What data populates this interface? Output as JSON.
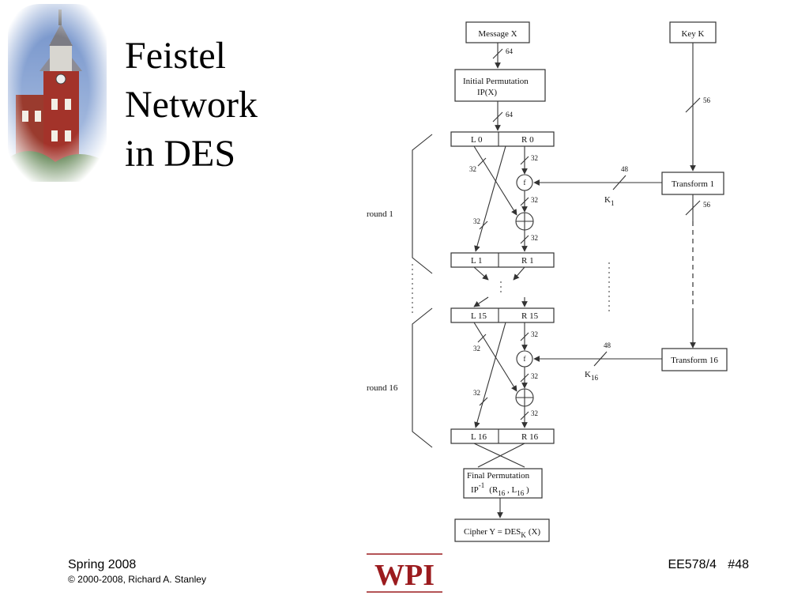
{
  "slide": {
    "title_lines": [
      "Feistel",
      "Network",
      "in DES"
    ]
  },
  "diagram": {
    "message_box": "Message  X",
    "key_box": "Key  K",
    "initial_permutation": [
      "Initial Permutation",
      "IP(X)"
    ],
    "l0": "L 0",
    "r0": "R 0",
    "l1": "L 1",
    "r1": "R 1",
    "l15": "L 15",
    "r15": "R 15",
    "l16": "L 16",
    "r16": "R 16",
    "f_label": "f",
    "transform1": "Transform  1",
    "transform16": "Transform  16",
    "k1": "K",
    "k1_sub": "1",
    "k16": "K",
    "k16_sub": "16",
    "final_permutation_title": "Final Permutation",
    "final_permutation_ip": "IP",
    "final_permutation_sup": "-1",
    "final_permutation_args": [
      "(R",
      "16",
      " , L",
      "16",
      " )"
    ],
    "cipher_box": "Cipher  Y = DES",
    "cipher_sub": "K",
    "cipher_arg": "(X)",
    "round1_label": "round 1",
    "round16_label": "round 16",
    "bits": {
      "b64": "64",
      "b56": "56",
      "b48": "48",
      "b32": "32"
    }
  },
  "footer": {
    "term": "Spring 2008",
    "copyright": "© 2000-2008, Richard A. Stanley",
    "logo_text": "WPI",
    "course": "EE578/4",
    "slide_number": "#48"
  },
  "colors": {
    "logo_red": "#9b1b1e",
    "line": "#333333"
  }
}
